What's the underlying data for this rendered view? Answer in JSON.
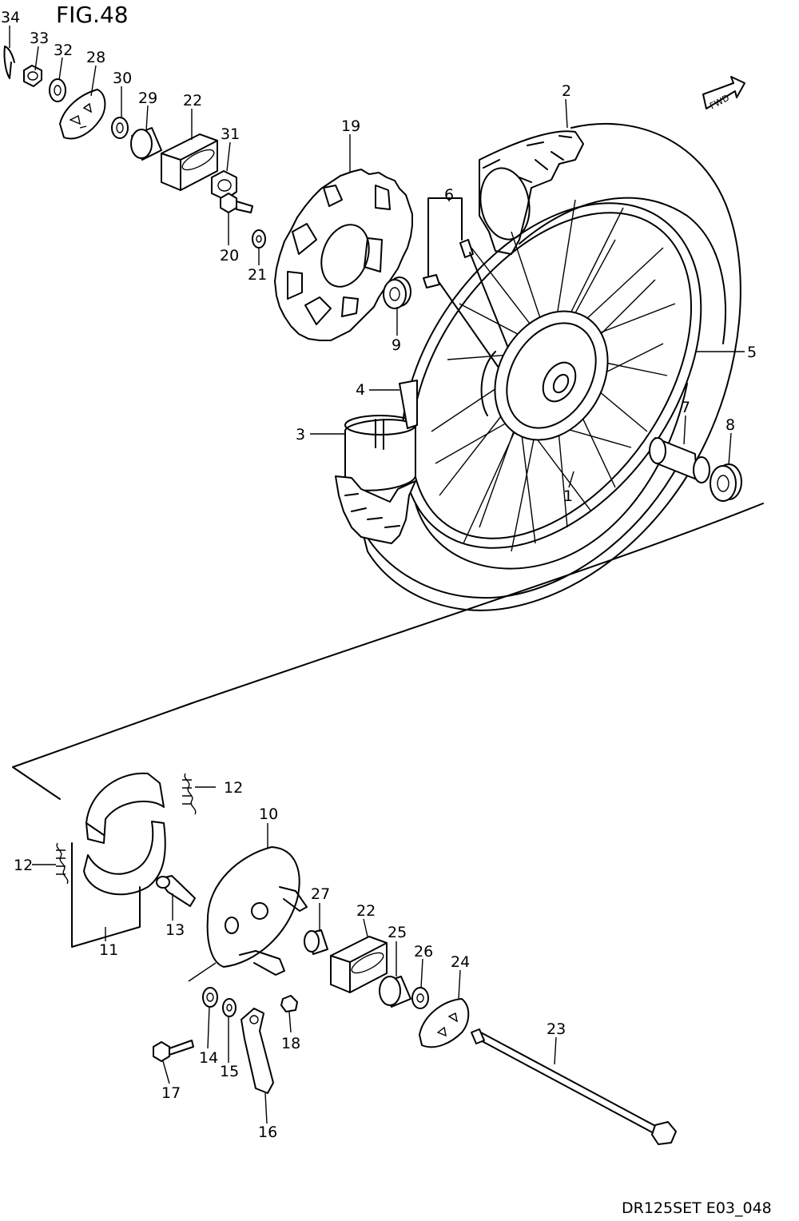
{
  "figure_title": "FIG.48",
  "fwd_label": "FWD",
  "drawing_code": "DR125SET E03_048",
  "part_labels": {
    "p1": "1",
    "p2": "2",
    "p3": "3",
    "p4": "4",
    "p5": "5",
    "p6": "6",
    "p7": "7",
    "p8": "8",
    "p9": "9",
    "p10": "10",
    "p11": "11",
    "p12a": "12",
    "p12b": "12",
    "p13": "13",
    "p14": "14",
    "p15": "15",
    "p16": "16",
    "p17": "17",
    "p18": "18",
    "p19": "19",
    "p20": "20",
    "p21": "21",
    "p22a": "22",
    "p22b": "22",
    "p23": "23",
    "p24": "24",
    "p25": "25",
    "p26": "26",
    "p27": "27",
    "p28": "28",
    "p29": "29",
    "p30": "30",
    "p31": "31",
    "p32": "32",
    "p33": "33",
    "p34": "34"
  }
}
